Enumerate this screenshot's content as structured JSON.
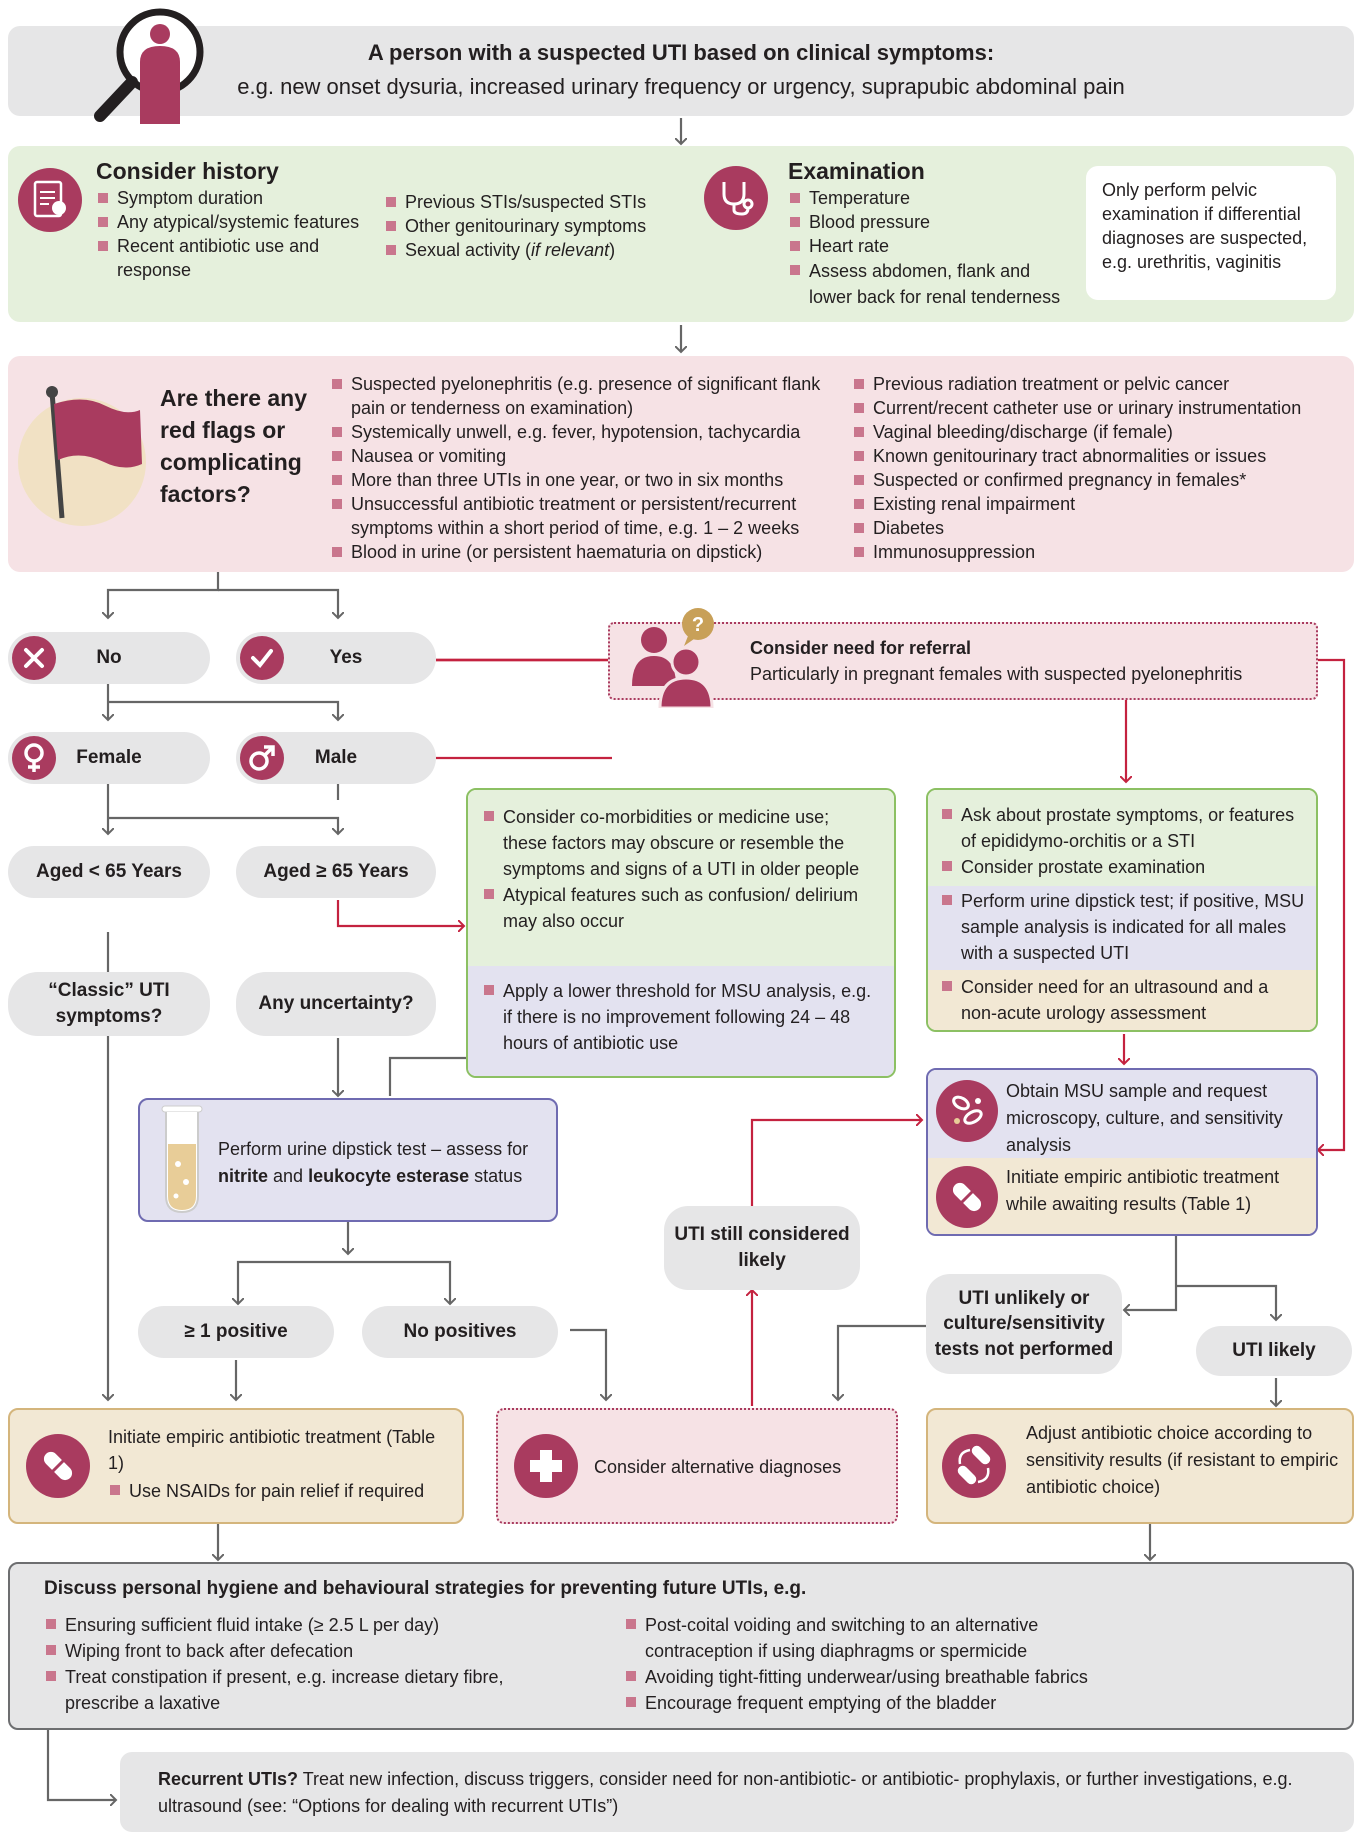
{
  "top": {
    "title": "A person with a suspected UTI based on clinical symptoms:",
    "subtitle": "e.g. new onset dysuria, increased urinary frequency or urgency, suprapubic abdominal pain"
  },
  "history": {
    "title": "Consider history",
    "col1": [
      "Symptom duration",
      "Any atypical/systemic features",
      "Recent antibiotic use and response"
    ],
    "col2_items": [
      "Previous STIs/suspected STIs",
      "Other genitourinary symptoms"
    ],
    "col2_last_prefix": "Sexual activity (",
    "col2_last_italic": "if relevant",
    "col2_last_suffix": ")"
  },
  "examination": {
    "title": "Examination",
    "items": [
      "Temperature",
      "Blood pressure",
      "Heart rate",
      "Assess abdomen, flank and lower back for renal tenderness"
    ],
    "note": "Only perform pelvic examination if differential diagnoses are suspected, e.g. urethritis, vaginitis"
  },
  "redflags": {
    "question": "Are there any red flags or complicating factors?",
    "col1": [
      "Suspected pyelonephritis (e.g. presence of significant flank pain or tenderness on examination)",
      "Systemically unwell, e.g. fever, hypotension, tachycardia",
      "Nausea or vomiting",
      "More than three UTIs in one year, or two in six months",
      "Unsuccessful antibiotic treatment or persistent/recurrent symptoms within a short period of time, e.g. 1 – 2 weeks",
      "Blood in urine (or persistent haematuria on dipstick)"
    ],
    "col2": [
      "Previous radiation treatment or pelvic cancer",
      "Current/recent catheter use or urinary instrumentation",
      "Vaginal bleeding/discharge (if female)",
      "Known genitourinary tract abnormalities or issues",
      "Suspected or confirmed pregnancy in females*",
      "Existing renal impairment",
      "Diabetes",
      "Immunosuppression"
    ]
  },
  "no_label": "No",
  "yes_label": "Yes",
  "referral": {
    "title": "Consider need for referral",
    "text": "Particularly in pregnant females with suspected pyelonephritis"
  },
  "female_label": "Female",
  "male_label": "Male",
  "aged_under": "Aged < 65 Years",
  "aged_over": "Aged ≥ 65 Years",
  "classic": "“Classic” UTI symptoms?",
  "uncertainty": "Any uncertainty?",
  "older": {
    "items": [
      "Consider co-morbidities or medicine use; these factors may obscure or resemble the symptoms and signs of a UTI in older people",
      "Atypical features such as confusion/ delirium may also occur"
    ],
    "msu": "Apply a lower threshold for MSU analysis, e.g. if there is no improvement following 24 – 48 hours of antibiotic use"
  },
  "malebox": {
    "items": [
      "Ask about prostate symptoms, or features of epididymo-orchitis or a STI",
      "Consider prostate examination"
    ],
    "dipstick": "Perform urine dipstick test; if positive, MSU sample analysis is indicated for all males with a suspected UTI",
    "ultrasound": "Consider need for an ultrasound and a non-acute urology assessment"
  },
  "dipstick": {
    "text1": "Perform urine dipstick test – assess for",
    "nitrite": "nitrite",
    "and": " and ",
    "leuk": "leukocyte esterase",
    "status": " status"
  },
  "msu": {
    "text": "Obtain MSU sample and request microscopy, culture, and sensitivity analysis",
    "empiric": "Initiate empiric antibiotic treatment while awaiting results (Table 1)"
  },
  "still_likely": "UTI still considered likely",
  "positive": "≥ 1 positive",
  "nopos": "No positives",
  "unlikely": "UTI unlikely or culture/sensitivity tests not performed",
  "likely": "UTI likely",
  "initiate": {
    "text": "Initiate empiric antibiotic treatment (Table 1)",
    "item": "Use NSAIDs for pain relief if required"
  },
  "alternative": "Consider alternative diagnoses",
  "adjust": "Adjust antibiotic choice according to sensitivity results (if resistant to empiric antibiotic choice)",
  "hygiene": {
    "title": "Discuss personal hygiene and behavioural strategies for preventing future UTIs, e.g.",
    "col1": [
      "Ensuring sufficient fluid intake (≥ 2.5 L per day)",
      "Wiping front to back after defecation",
      "Treat constipation if present, e.g. increase dietary fibre, prescribe a laxative"
    ],
    "col2": [
      "Post-coital voiding and switching to an alternative contraception if using diaphragms or spermicide",
      "Avoiding tight-fitting underwear/using breathable fabrics",
      "Encourage frequent emptying of the bladder"
    ]
  },
  "recurrent": {
    "title": "Recurrent UTIs?",
    "text": " Treat new infection, discuss triggers, consider need for non-antibiotic- or antibiotic- prophylaxis, or further investigations, e.g. ultrasound (see: “Options for dealing with recurrent UTIs”)"
  },
  "colors": {
    "accent": "#a93b5f",
    "bullet": "#c9768d",
    "red_arrow": "#c4223f",
    "gray_arrow": "#666666",
    "gray_box": "#e6e6e7",
    "green_box": "#e5f0dc",
    "pink_box": "#f6e2e5",
    "beige_box": "#f2e8d4",
    "blue_box": "#e3e2f0"
  }
}
